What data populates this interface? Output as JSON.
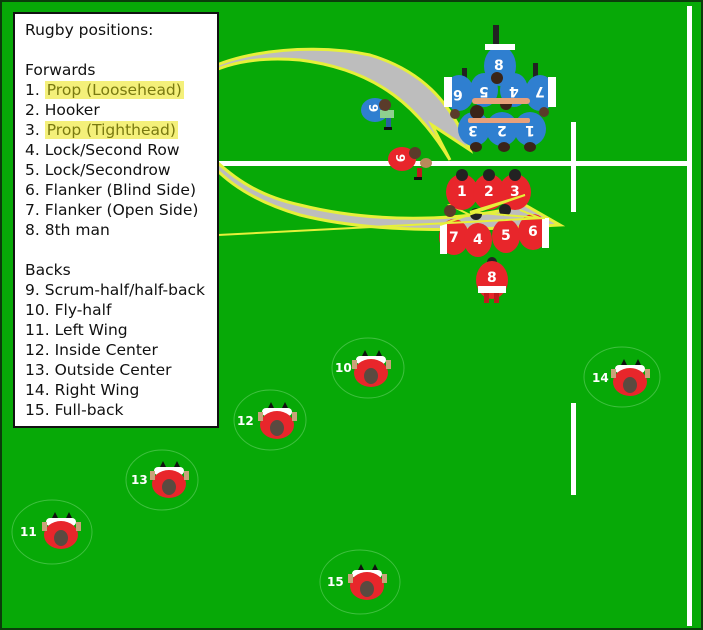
{
  "legend": {
    "title": "Rugby positions:",
    "forwards_heading": "Forwards",
    "forwards": [
      {
        "num": "1.",
        "label": "Prop (Loosehead)",
        "highlighted": true
      },
      {
        "num": "2.",
        "label": "Hooker",
        "highlighted": false
      },
      {
        "num": "3.",
        "label": "Prop (Tighthead)",
        "highlighted": true
      },
      {
        "num": "4.",
        "label": "Lock/Second Row",
        "highlighted": false
      },
      {
        "num": "5.",
        "label": "Lock/Secondrow",
        "highlighted": false
      },
      {
        "num": "6.",
        "label": "Flanker (Blind Side)",
        "highlighted": false
      },
      {
        "num": "7.",
        "label": "Flanker (Open Side)",
        "highlighted": false
      },
      {
        "num": "8.",
        "label": "8th man",
        "highlighted": false
      }
    ],
    "backs_heading": "Backs",
    "backs": [
      {
        "num": "9.",
        "label": "Scrum-half/half-back"
      },
      {
        "num": "10.",
        "label": "Fly-half"
      },
      {
        "num": "11.",
        "label": "Left Wing"
      },
      {
        "num": "12.",
        "label": "Inside Center"
      },
      {
        "num": "13.",
        "label": "Outside Center"
      },
      {
        "num": "14.",
        "label": "Right Wing"
      },
      {
        "num": "15.",
        "label": "Full-back"
      }
    ]
  },
  "colors": {
    "pitch": "#07a907",
    "border": "#0b3d0b",
    "lines": "#ffffff",
    "red_team": "#e8262b",
    "blue_team": "#2f7fd0",
    "highlight": "#f4f07a",
    "arrow_fill": "#bdbdbd",
    "arrow_outline": "#e6f03a"
  },
  "blue_scrum": {
    "numbers": [
      "8",
      "6",
      "5",
      "4",
      "7",
      "3",
      "2",
      "1"
    ]
  },
  "red_scrum": {
    "numbers": [
      "1",
      "2",
      "3",
      "7",
      "4",
      "5",
      "6",
      "8"
    ]
  },
  "scrum_halves": {
    "blue": "9",
    "red": "9"
  },
  "backs_players": {
    "p10": "10",
    "p11": "11",
    "p12": "12",
    "p13": "13",
    "p14": "14",
    "p15": "15"
  }
}
